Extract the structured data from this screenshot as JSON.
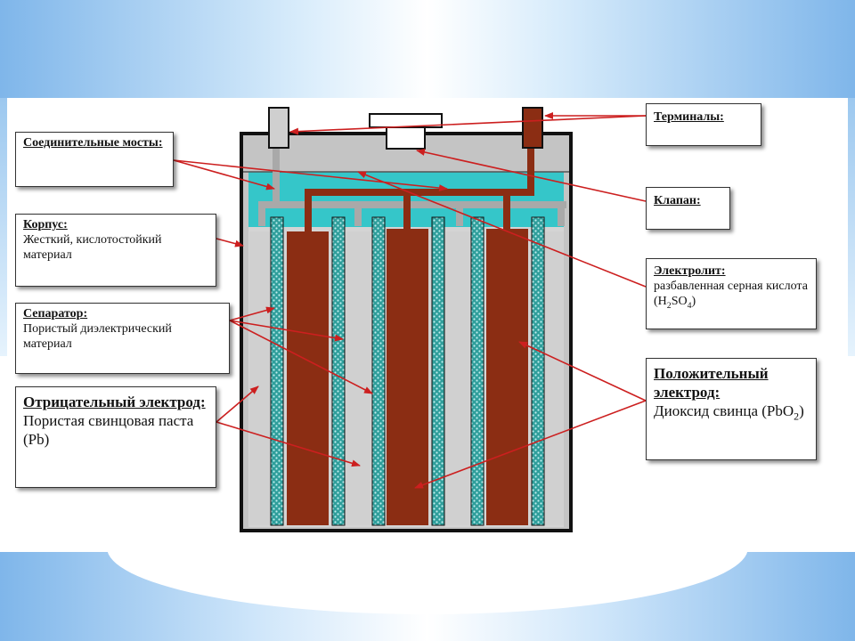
{
  "labels": {
    "terminals": {
      "title": "Терминалы:"
    },
    "connectors": {
      "title": "Соединительные мосты:"
    },
    "valve": {
      "title": "Клапан:"
    },
    "case": {
      "title": "Корпус:",
      "desc": "Жесткий, кислотостойкий материал"
    },
    "electrolyte": {
      "title": "Электролит:",
      "desc_pre": "разбавленная серная кислота (H",
      "sub1": "2",
      "desc_mid": "SO",
      "sub2": "4",
      "desc_post": ")"
    },
    "separator": {
      "title": "Сепаратор:",
      "desc": "Пористый диэлектрический материал"
    },
    "positive": {
      "title": "Положительный электрод:",
      "desc_pre": "Диоксид свинца (PbO",
      "sub": "2",
      "desc_post": ")"
    },
    "negative": {
      "title": "Отрицательный электрод:",
      "desc": "Пористая свинцовая паста (Pb)"
    }
  },
  "colors": {
    "case_gray": "#c4c4c4",
    "electrolyte": "#35c6c9",
    "positive_plate": "#8b2d13",
    "negative_plate": "#d0d0d0",
    "separator": "#3aa6a3",
    "arrow": "#cc1f1f"
  }
}
